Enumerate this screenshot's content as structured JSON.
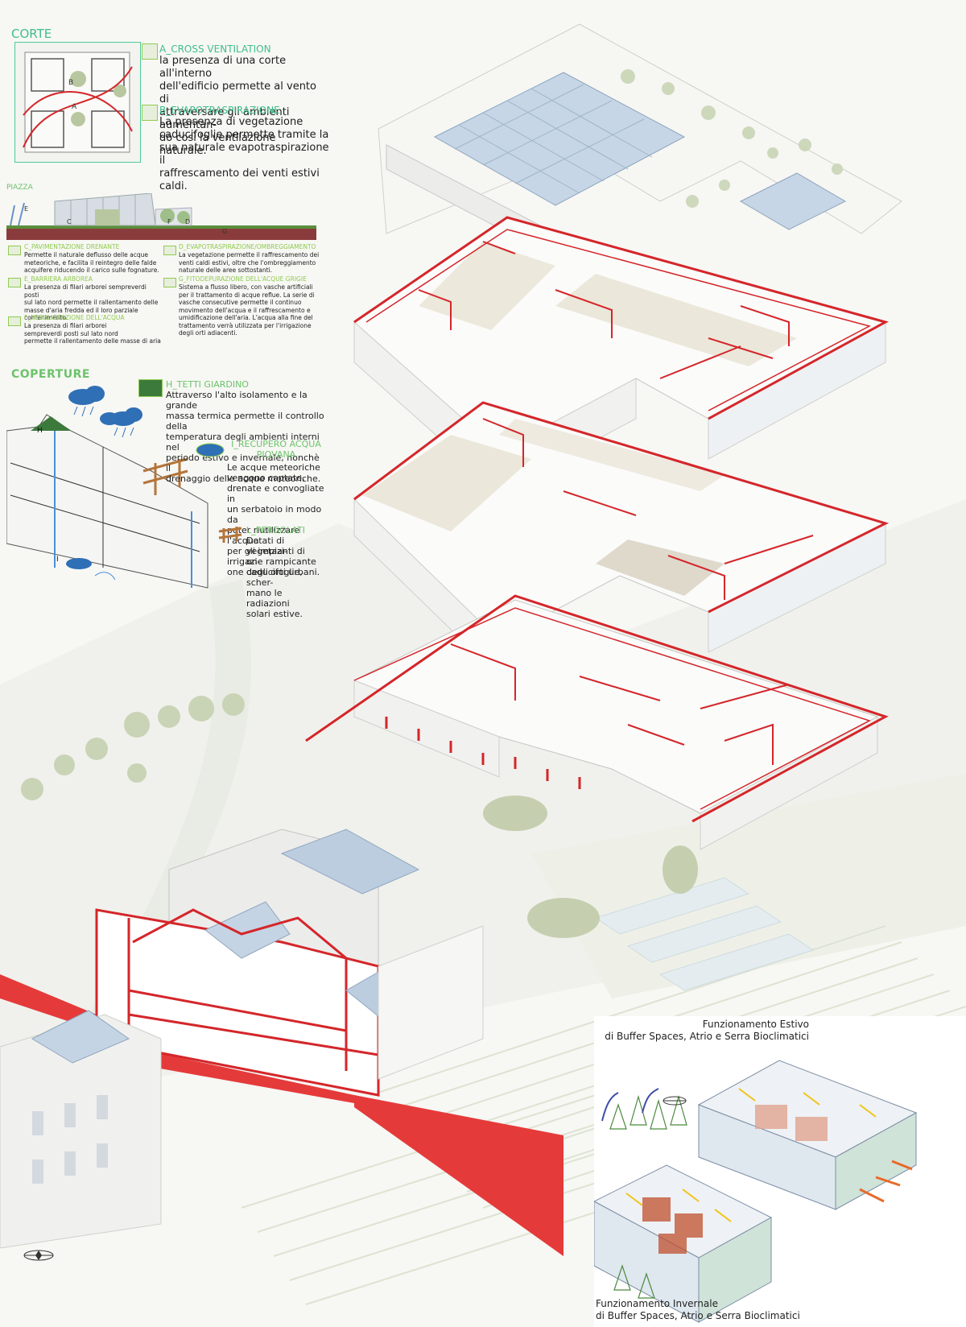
{
  "colors": {
    "accent_red": "#d4262a",
    "green_title": "#6cc36a",
    "teal": "#3fbf8a",
    "glass_blue": "#bcd1e4",
    "tree_green": "#b9c7a0"
  },
  "corte": {
    "title": "CORTE",
    "plan_labels": [
      "B",
      "A"
    ],
    "items": [
      {
        "label": "A_CROSS VENTILATION",
        "text": [
          "la presenza di una corte all'interno",
          "dell'edificio permette al vento di",
          "attraversare gli ambienti aumentan-",
          "do così la ventilazione naturale."
        ]
      },
      {
        "label": "B_EVAPOTRASPIRAZIONE",
        "text": [
          "La presenza di vegetazione",
          "caducifoglie permette tramite la",
          "sua naturale evapotraspirazione il",
          "raffrescamento dei venti estivi caldi."
        ]
      }
    ]
  },
  "piazza": {
    "title": "PIAZZA",
    "section_labels": [
      "E",
      "C",
      "F",
      "D",
      "G"
    ],
    "items": [
      {
        "label": "C_PAVIMENTAZIONE DRENANTE",
        "text": [
          "Permette il naturale deflusso delle acque",
          "meteoriche, e facilita il reintegro delle falde",
          "acquifere riducendo il carico sulle fognature."
        ]
      },
      {
        "label": "D_EVAPOTRASPIRAZIONE/OMBREGGIAMENTO",
        "text": [
          "La vegetazione permette il raffrescamento dei",
          "venti caldi estivi, oltre che l'ombreggiamento",
          "naturale delle aree sottostanti."
        ]
      },
      {
        "label": "E_BARRIERA ARBOREA",
        "text": [
          "La presenza di filari arborei sempreverdi posti",
          "sul lato nord permette il rallentamento delle",
          "masse d'aria fredda ed il loro parziale contenimento."
        ]
      },
      {
        "label": "G_FITODEPURAZIONE DELL'ACQUE GRIGIE",
        "text": [
          "Sistema a flusso libero, con vasche artificiali",
          "per il trattamento di acque reflue. La serie di",
          "vasche consecutive permette il continuo",
          "movimento dell'acqua e il raffrescamento e",
          "umidificazione dell'aria. L'acqua alla fine del",
          "trattamento verrà utilizzata per l'irrigazione",
          "degli orti adiacenti."
        ]
      },
      {
        "label": "F_NEBULIZZAZIONE DELL'ACQUA",
        "text": [
          "La presenza di filari arborei",
          "sempreverdi posti sul lato nord",
          "permette il rallentamento delle masse di aria"
        ]
      }
    ]
  },
  "coperture": {
    "title": "COPERTURE",
    "section_labels": [
      "H",
      "I"
    ],
    "items": [
      {
        "label": "H_TETTI GIARDINO",
        "text": [
          "Attraverso l'alto isolamento e la grande",
          "massa termica permette il controllo della",
          "temperatura degli ambienti interni nel",
          "periodo estivo e invernale, nonchè il",
          "drenaggio delle acque meteoriche."
        ]
      },
      {
        "label": [
          "I_RECUPERO ACQUA",
          "PIOVANA"
        ],
        "text": [
          "Le acque meteoriche",
          "vengono captate,",
          "drenate e convogliate in",
          "un serbatoio in modo da",
          "poter riutilizzare l'acqua",
          "per gli impianti di irrigazi-",
          "one degli orti urbani."
        ]
      },
      {
        "label": "L_PERGOLATI",
        "text": [
          "Dotati di vegetazi-",
          "one rampicante",
          "caducifoglie, scher-",
          "mano le radiazioni",
          "solari estive."
        ]
      }
    ]
  },
  "funzionamento": {
    "estivo": [
      "Funzionamento Estivo",
      "di Buffer Spaces, Atrio e Serra Bioclimatici"
    ],
    "invernale": [
      "Funzionamento Invernale",
      "di Buffer Spaces, Atrio e Serra Bioclimatici"
    ]
  },
  "icons": [
    "compass-icon",
    "cloud-rain-icon",
    "water-tank-icon",
    "pergola-icon",
    "green-roof-icon"
  ]
}
